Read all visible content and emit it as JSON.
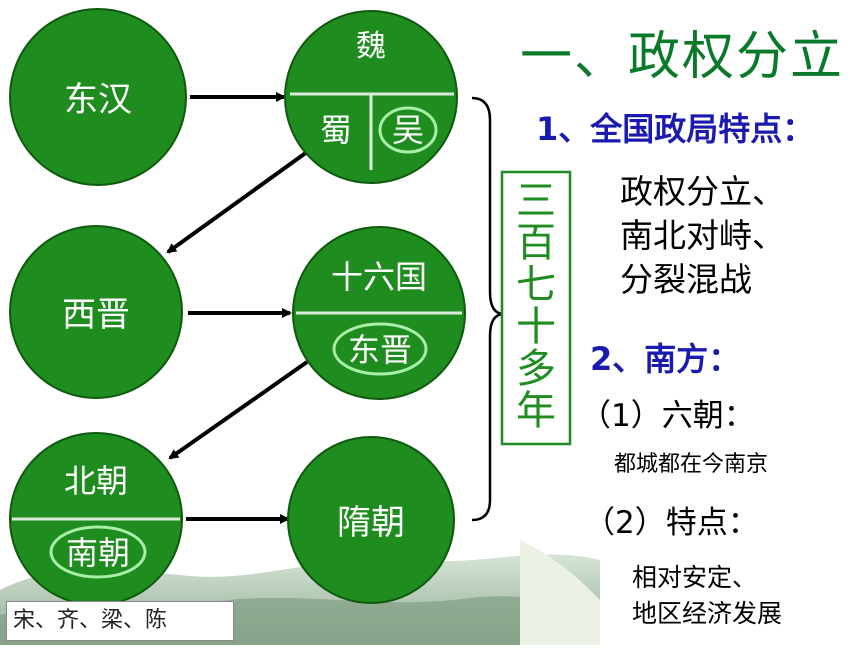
{
  "title": "一、政权分立",
  "nodes": {
    "donghan": "东汉",
    "wei": "魏",
    "shu": "蜀",
    "wu": "吴",
    "xijin": "西晋",
    "shiliuguo": "十六国",
    "dongjin": "东晋",
    "beichao": "北朝",
    "nanchao": "南朝",
    "suichao": "隋朝"
  },
  "span_label": [
    "三",
    "百",
    "七",
    "十",
    "多",
    "年"
  ],
  "points": {
    "heading1": "1、全国政局特点：",
    "feature_lines": [
      "政权分立、",
      "南北对峙、",
      "分裂混战"
    ],
    "heading2": "2、南方：",
    "item1_label": "（1）六朝：",
    "item1_text": "都城都在今南京",
    "item2_label": "（2）特点：",
    "item2_lines": [
      "相对安定、",
      "地区经济发展"
    ]
  },
  "footer_text": "宋、齐、梁、陈",
  "colors": {
    "circle_fill": "#1e8c1e",
    "circle_stroke": "#0f5a0f",
    "title_green": "#0a7a2a",
    "heading_blue": "#1a1ab0",
    "highlight_ring": "#a8f0a8"
  }
}
